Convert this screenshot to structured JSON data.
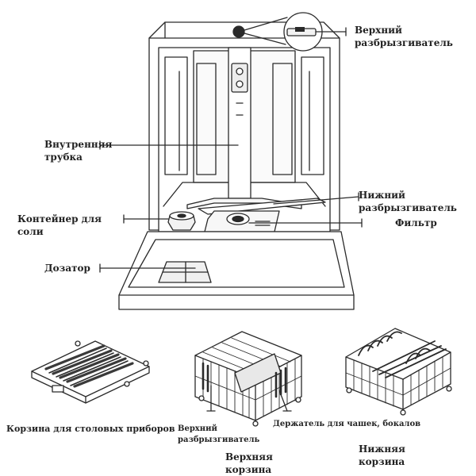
{
  "labels": {
    "upper_sprayer": "Верхний разбрызгиватель",
    "inner_tube": "Внутренняя трубка",
    "lower_sprayer": "Нижний разбрызгиватель",
    "filter": "Фильтр",
    "salt_container": "Контейнер для соли",
    "dispenser": "Дозатор",
    "cutlery_basket": "Корзина для столовых приборов",
    "basket_upper_sprayer": "Верхний разбрызгиватель",
    "cup_holder": "Держатель для чашек, бокалов",
    "upper_basket": "Верхняя корзина",
    "lower_basket": "Нижняя корзина"
  },
  "colors": {
    "line": "#2a2a2a",
    "fill_light": "#f2f2f2",
    "fill_mid": "#e3e3e3",
    "text": "#222222"
  }
}
